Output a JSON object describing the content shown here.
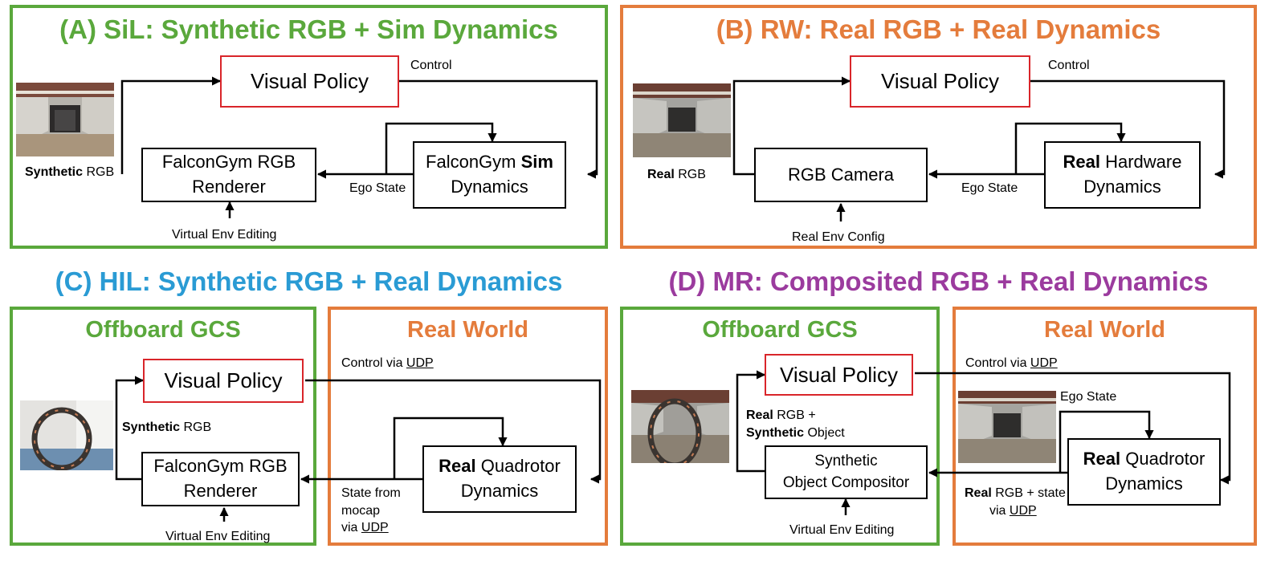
{
  "colors": {
    "green": "#5aa83c",
    "orange": "#e47c3c",
    "blue": "#2a9bd4",
    "purple": "#9b3b9e",
    "red_box": "#d9252a"
  },
  "panel_a": {
    "title": "(A) SiL: Synthetic RGB + Sim Dynamics",
    "policy": "Visual Policy",
    "renderer": [
      "FalconGym RGB",
      "Renderer"
    ],
    "dyn_prefix": "FalconGym ",
    "dyn_bold": "Sim",
    "dyn_line2": "Dynamics",
    "control": "Control",
    "ego_state": "Ego State",
    "rgb_bold": "Synthetic",
    "rgb_rest": " RGB",
    "editing": "Virtual Env Editing"
  },
  "panel_b": {
    "title": "(B) RW: Real RGB + Real Dynamics",
    "policy": "Visual Policy",
    "camera": "RGB Camera",
    "dyn_bold": "Real",
    "dyn_rest": " Hardware",
    "dyn_line2": "Dynamics",
    "control": "Control",
    "ego_state": "Ego State",
    "rgb_bold": "Real",
    "rgb_rest": " RGB",
    "config": "Real Env Config"
  },
  "panel_c": {
    "title": "(C) HIL: Synthetic RGB + Real Dynamics",
    "offboard": "Offboard GCS",
    "real_world": "Real World",
    "policy": "Visual Policy",
    "renderer": [
      "FalconGym RGB",
      "Renderer"
    ],
    "dyn_bold": "Real",
    "dyn_rest": " Quadrotor",
    "dyn_line2": "Dynamics",
    "control_pre": "Control via ",
    "control_udp": "UDP",
    "state_lines": [
      "State from",
      "mocap"
    ],
    "state_via": "via ",
    "state_udp": "UDP",
    "rgb_bold": "Synthetic",
    "rgb_rest": " RGB",
    "editing": "Virtual Env Editing"
  },
  "panel_d": {
    "title": "(D) MR: Composited RGB + Real Dynamics",
    "offboard": "Offboard GCS",
    "real_world": "Real World",
    "policy": "Visual Policy",
    "compositor": [
      "Synthetic",
      "Object Compositor"
    ],
    "dyn_bold": "Real",
    "dyn_rest": " Quadrotor",
    "dyn_line2": "Dynamics",
    "control_pre": "Control  via ",
    "control_udp": "UDP",
    "ego_state": "Ego State",
    "rgb_bold": "Real",
    "rgb_rest": " RGB +",
    "obj_bold": "Synthetic",
    "obj_rest": " Object",
    "rs_bold": "Real",
    "rs_rest": " RGB + state",
    "rs_via": "via ",
    "rs_udp": "UDP",
    "editing": "Virtual Env Editing"
  },
  "icons": [
    "stadium-photo",
    "gate-photo",
    "arrow-icon"
  ]
}
